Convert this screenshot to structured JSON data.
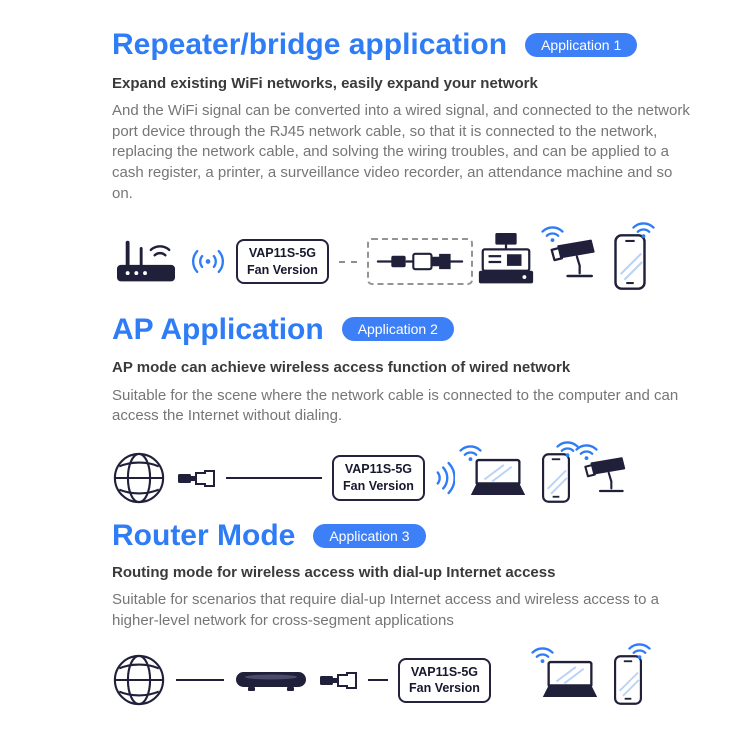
{
  "meta": {
    "background": "#ffffff",
    "accent_color": "#2e7cf6",
    "badge_color": "#3d7ff7",
    "line_art_color": "#20203a",
    "body_text_color": "#767676"
  },
  "device_label": {
    "line1": "VAP11S-5G",
    "line2": "Fan Version"
  },
  "sections": [
    {
      "title": "Repeater/bridge application",
      "badge": "Application 1",
      "subtitle": "Expand existing WiFi networks,  easily expand your network",
      "body": "And the WiFi signal can be converted into a wired signal, and connected to the network port device through the RJ45 network cable, so that it is connected to the network, replacing the network cable, and solving the wiring troubles, and can be applied to a cash register, a printer, a surveillance video recorder, an attendance machine and so on."
    },
    {
      "title": "AP Application",
      "badge": "Application 2",
      "subtitle": "AP mode can achieve wireless access function of wired network",
      "body": "Suitable for the scene where the network cable is connected to the computer and can access the Internet without dialing."
    },
    {
      "title": "Router Mode",
      "badge": "Application 3",
      "subtitle": "Routing mode for wireless access with dial-up Internet access",
      "body": "Suitable for scenarios that require dial-up Internet access and wireless access to a higher-level network for cross-segment applications"
    }
  ],
  "icons": {
    "wifi-router-icon": "router with two antennas and signal arcs",
    "wifi-signal-icon": "radiating wireless signal with center dot",
    "wifi-icon": "wifi fan arcs with dot",
    "wifi-arcs-icon": "three arcs radiating right",
    "ethernet-cable-icon": "RJ45 network cable with plug",
    "cash-register-icon": "POS cash register",
    "cctv-camera-icon": "surveillance video camera",
    "smartphone-icon": "smartphone",
    "globe-icon": "wireframe internet globe",
    "rj45-plug-icon": "RJ45 connector plug pair",
    "laptop-icon": "laptop computer",
    "modem-router-icon": "flat modem router"
  }
}
